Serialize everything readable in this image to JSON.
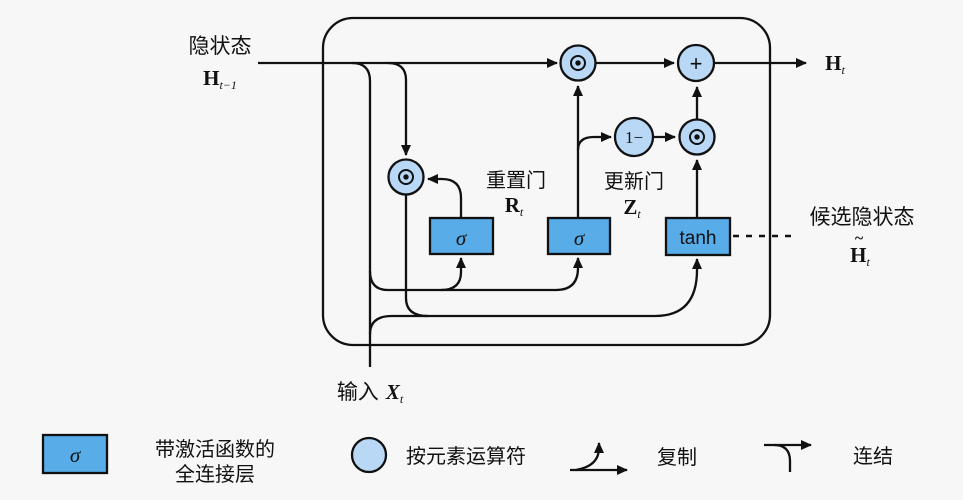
{
  "diagram": {
    "colors": {
      "background": "#f7f7f7",
      "stroke": "#111111",
      "box": "#58ace8",
      "circle": "#b9d8f5"
    },
    "hidden_state": {
      "label": "隐状态",
      "math": "H",
      "sub": "t−1"
    },
    "output": {
      "math": "H",
      "sub": "t"
    },
    "input": {
      "label": "输入",
      "math": "X",
      "sub": "t"
    },
    "reset_gate": {
      "label": "重置门",
      "math": "R",
      "sub": "t"
    },
    "update_gate": {
      "label": "更新门",
      "math": "Z",
      "sub": "t"
    },
    "candidate": {
      "label": "候选隐状态",
      "tilde": "~",
      "math": "H",
      "sub": "t"
    },
    "nodes": {
      "sigma": "σ",
      "tanh": "tanh",
      "plus": "+",
      "one_minus": "1−"
    }
  },
  "legend": {
    "fc": {
      "symbol": "σ",
      "line1": "带激活函数的",
      "line2": "全连接层"
    },
    "elementwise": {
      "label": "按元素运算符"
    },
    "copy": {
      "label": "复制"
    },
    "concat": {
      "label": "连结"
    }
  }
}
